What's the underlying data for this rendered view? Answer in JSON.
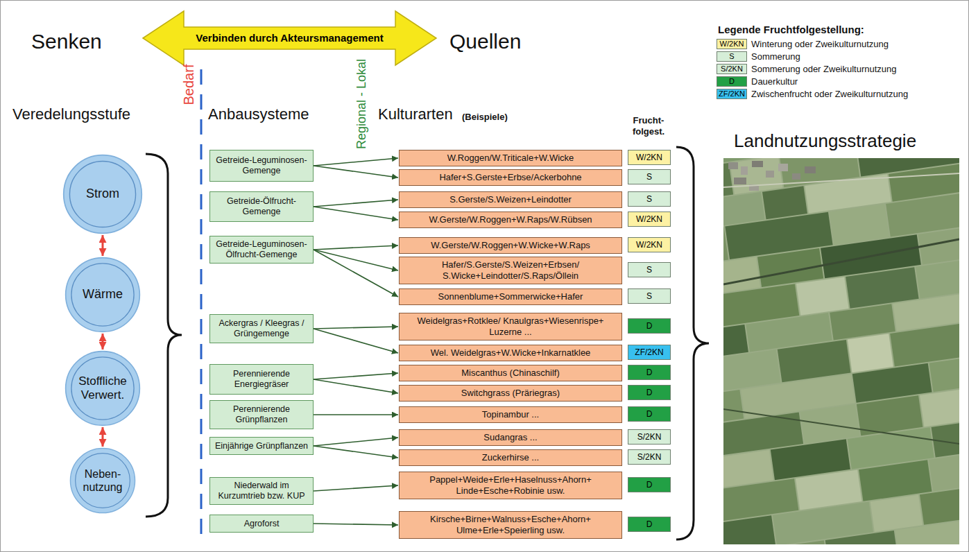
{
  "diagram": {
    "nodes": [
      {
        "text": [
          "Verbinden durch Akteursmanagement"
        ]
      },
      {
        "text": [
          "Strom"
        ]
      },
      {
        "text": [
          "Wärme"
        ]
      },
      {
        "text": [
          "Stoffliche Verwert."
        ]
      },
      {
        "text": [
          "Neben- nutzung"
        ]
      },
      {
        "text": [
          "Getreide-Leguminosen- Gemenge"
        ]
      },
      {
        "text": [
          "Getreide-Ölfrucht- Gemenge"
        ]
      },
      {
        "text": [
          "Getreide-Leguminosen- Ölfrucht-Gemenge"
        ]
      },
      {
        "text": [
          "Ackergras / Kleegras / Grüngemenge"
        ]
      },
      {
        "text": [
          "Perennierende Energiegräser"
        ]
      },
      {
        "text": [
          "Perennierende Grünpflanzen"
        ]
      },
      {
        "text": [
          "Einjährige Grünpflanzen"
        ]
      },
      {
        "text": [
          "Niederwald im Kurzumtrieb bzw. KUP"
        ]
      },
      {
        "text": [
          "Agroforst"
        ]
      },
      {
        "text": [
          "W.Roggen/W.Triticale+W.Wicke"
        ]
      },
      {
        "text": [
          "Hafer+S.Gerste+Erbse/Ackerbohne"
        ]
      },
      {
        "text": [
          "S.Gerste/S.Weizen+Leindotter"
        ]
      },
      {
        "text": [
          "W.Gerste/W.Roggen+W.Raps/W.Rübsen"
        ]
      },
      {
        "text": [
          "W.Gerste/W.Roggen+W.Wicke+W.Raps"
        ]
      },
      {
        "text": [
          "Hafer/S.Gerste/S.Weizen+Erbsen/ S.Wicke+Leindotter/S.Raps/Öllein"
        ]
      },
      {
        "text": [
          "Sonnenblume+Sommerwicke+Hafer"
        ]
      },
      {
        "text": [
          "Weidelgras+Rotklee/ Knaulgras+Wiesenrispe+ Luzerne ..."
        ]
      },
      {
        "text": [
          "Wel. Weidelgras+W.Wicke+Inkarnatklee"
        ]
      },
      {
        "text": [
          "Miscanthus (Chinaschilf)"
        ]
      },
      {
        "text": [
          "Switchgrass (Präriegras)"
        ]
      },
      {
        "text": [
          "Topinambur ..."
        ]
      },
      {
        "text": [
          "Sudangras ..."
        ]
      },
      {
        "text": [
          "Zuckerhirse ..."
        ]
      },
      {
        "text": [
          "Pappel+Weide+Erle+Haselnuss+Ahorn+ Linde+Esche+Robinie usw."
        ]
      },
      {
        "text": [
          "Kirsche+Birne+Walnuss+Esche+Ahorn+ Ulme+Erle+Speierling usw."
        ]
      },
      {
        "text": [
          "W/2KN"
        ]
      },
      {
        "text": [
          "S"
        ]
      },
      {
        "text": [
          "S"
        ]
      },
      {
        "text": [
          "W/2KN"
        ]
      },
      {
        "text": [
          "W/2KN"
        ]
      },
      {
        "text": [
          "S"
        ]
      },
      {
        "text": [
          "S"
        ]
      },
      {
        "text": [
          "D"
        ]
      },
      {
        "text": [
          "ZF/2KN"
        ]
      },
      {
        "text": [
          "D"
        ]
      },
      {
        "text": [
          "D"
        ]
      },
      {
        "text": [
          "D"
        ]
      },
      {
        "text": [
          "S/2KN"
        ]
      },
      {
        "text": [
          "S/2KN"
        ]
      },
      {
        "text": [
          "D"
        ]
      },
      {
        "text": [
          "D"
        ]
      }
    ],
    "edges": [
      {
        "from": 1,
        "to": 2,
        "arrow": "both"
      },
      {
        "from": 2,
        "to": 3,
        "arrow": "both"
      },
      {
        "from": 3,
        "to": 4,
        "arrow": "both"
      },
      {
        "from": 5,
        "to": 14,
        "arrow": "to"
      },
      {
        "from": 5,
        "to": 15,
        "arrow": "to"
      },
      {
        "from": 6,
        "to": 16,
        "arrow": "to"
      },
      {
        "from": 6,
        "to": 17,
        "arrow": "to"
      },
      {
        "from": 7,
        "to": 18,
        "arrow": "to"
      },
      {
        "from": 7,
        "to": 19,
        "arrow": "to"
      },
      {
        "from": 7,
        "to": 20,
        "arrow": "to"
      },
      {
        "from": 8,
        "to": 21,
        "arrow": "to"
      },
      {
        "from": 8,
        "to": 22,
        "arrow": "to"
      },
      {
        "from": 9,
        "to": 23,
        "arrow": "to"
      },
      {
        "from": 9,
        "to": 24,
        "arrow": "to"
      },
      {
        "from": 10,
        "to": 25,
        "arrow": "to"
      },
      {
        "from": 11,
        "to": 26,
        "arrow": "to"
      },
      {
        "from": 11,
        "to": 27,
        "arrow": "to"
      },
      {
        "from": 12,
        "to": 28,
        "arrow": "to"
      },
      {
        "from": 13,
        "to": 29,
        "arrow": "to"
      }
    ],
    "labels": [
      "Senken",
      "Quellen",
      "Bedarf",
      "Regional - Lokal",
      "Veredelungsstufe",
      "Anbausysteme",
      "Kulturarten",
      "(Beispiele)",
      "Frucht- folgest.",
      "Landnutzungsstrategie",
      "Legende Fruchtfolgestellung:",
      "W/2KN",
      "S",
      "S/2KN",
      "D",
      "ZF/2KN"
    ],
    "legend": [
      {
        "text": "Winterung oder Zweikulturnutzung",
        "color": "#fdf1a3"
      },
      {
        "text": "Sommerung",
        "color": "#d6eed8"
      },
      {
        "text": "Sommerung oder Zweikulturnutzung",
        "color": "#d6eed8"
      },
      {
        "text": "Dauerkultur",
        "color": "#22a045"
      },
      {
        "text": "Zwischenfrucht oder Zweikulturnutzung",
        "color": "#38c0ef"
      }
    ]
  }
}
